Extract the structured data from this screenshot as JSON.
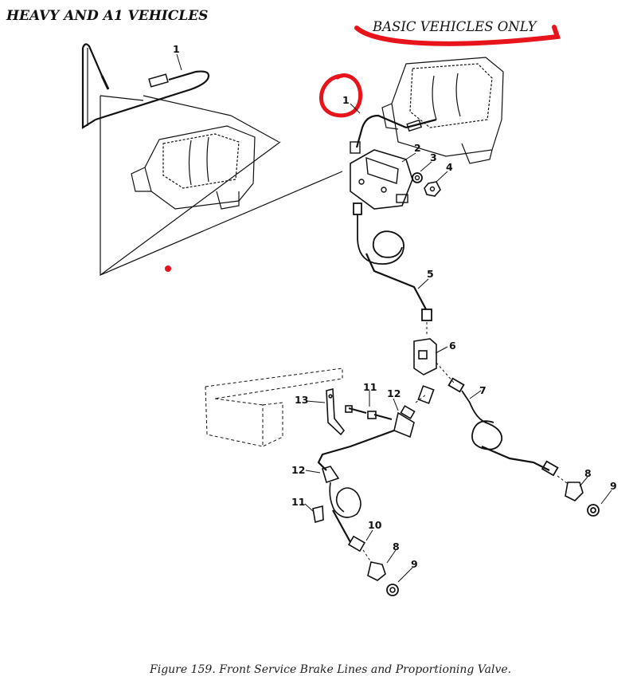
{
  "header": {
    "left_title": "HEAVY AND A1 VEHICLES",
    "right_title": "BASIC VEHICLES ONLY"
  },
  "callouts": {
    "c1_heavy": "1",
    "c1_basic": "1",
    "c2": "2",
    "c3": "3",
    "c4": "4",
    "c5": "5",
    "c6": "6",
    "c7": "7",
    "c8_right": "8",
    "c9_right": "9",
    "c8_left": "8",
    "c9_left": "9",
    "c10": "10",
    "c11_top": "11",
    "c11_bottom": "11",
    "c12_top": "12",
    "c12_bottom": "12",
    "c13": "13"
  },
  "caption": "Figure 159.  Front Service Brake Lines and Proportioning Valve.",
  "colors": {
    "ink": "#111111",
    "annotation": "#e8141c"
  }
}
